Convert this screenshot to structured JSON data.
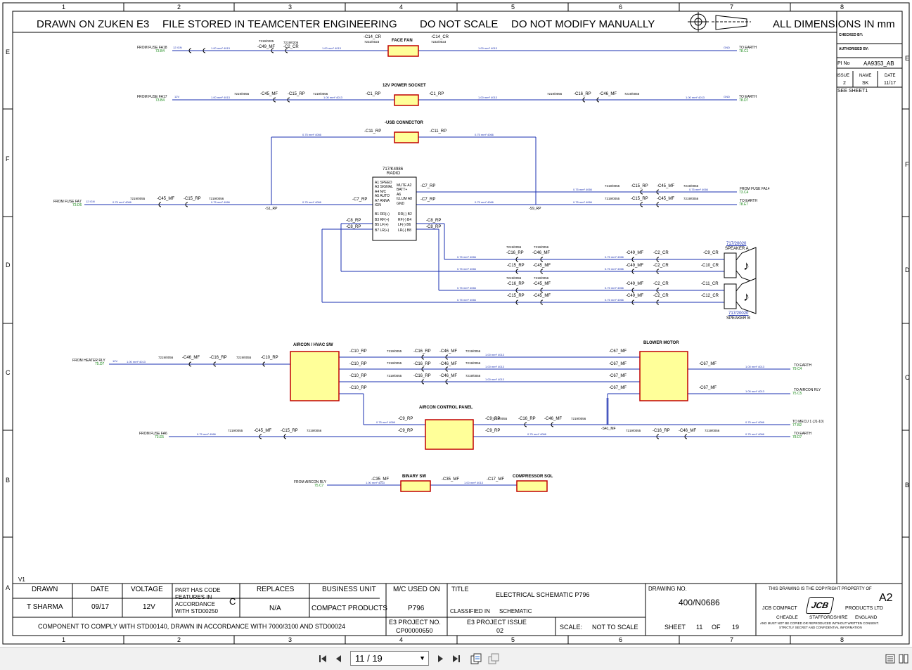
{
  "header": {
    "drawn_on": "DRAWN ON ZUKEN E3",
    "file_stored": "FILE STORED IN TEAMCENTER ENGINEERING",
    "do_not_scale": "DO NOT SCALE",
    "do_not_modify": "DO NOT MODIFY MANUALLY",
    "dimensions": "ALL DIMENSIONS IN mm"
  },
  "zone_columns": [
    "1",
    "2",
    "3",
    "4",
    "5",
    "6",
    "7",
    "8"
  ],
  "zone_rows": [
    "E",
    "F",
    "D",
    "C",
    "B",
    "A"
  ],
  "revision_panel": {
    "checked_by": "CHECKED BY:",
    "authorised_by": "AUTHORISED BY:",
    "pi_no_label": "PI No",
    "pi_no": "AA9353_AB",
    "issue_label": "ISSUE",
    "name_label": "NAME",
    "date_label": "DATE",
    "issue": "2",
    "name": "SK",
    "date": "11/17",
    "see_sheet": "SEE SHEET1"
  },
  "schematic": {
    "face_fan": {
      "title": "FACE FAN",
      "from": "FROM FUSE FA18",
      "from_ref": "73.B4",
      "volts": "12 IGN",
      "c1": "-C49_MF",
      "c1n": "7219/0205",
      "c2": "-C2_CR",
      "c2n": "7219/0206",
      "c3": "-C14_CR",
      "c3n": "7232/0023",
      "c4": "-C14_CR",
      "c4n": "7232/0023",
      "to": "TO EARTH",
      "to_ref": "78.C1",
      "gnd": "GND"
    },
    "power_socket": {
      "title": "12V POWER SOCKET",
      "from": "FROM FUSE FA17",
      "from_ref": "73.B4",
      "volts": "12V",
      "c1": "-C45_MF",
      "c2": "-C15_RP",
      "n1": "7219/0055",
      "n2": "7219/0056",
      "c3": "-C1_RP",
      "c4": "-C1_RP",
      "c5": "-C16_RP",
      "c6": "-C46_MF",
      "to": "TO EARTH",
      "to_ref": "78.D7",
      "gnd": "GND"
    },
    "usb": {
      "title": "-USB CONNECTOR",
      "c1": "-C11_RP",
      "c2": "-C11_RP"
    },
    "radio": {
      "part": "717/K4986",
      "title": "RADIO",
      "pins_left": [
        "A1 SPEED",
        "A3 SIGNAL",
        "A4 N/C",
        "A5 AUTO",
        "A7 ANNA",
        "IGN"
      ],
      "pins_right": [
        "MUTE A2",
        "BATT+",
        "A6",
        "ILLUM A8",
        "GND"
      ],
      "spk_left": [
        "B1 RR(+)",
        "B3 RF(+)",
        "B5 LF(+)",
        "B7 LR(+)"
      ],
      "spk_right": [
        "RR(-) B2",
        "RF(-) B4",
        "LF(-) B6",
        "LR(-) B8"
      ],
      "c7a": "-C7_RP",
      "c7b": "-C7_RP",
      "c7c": "-C7_RP",
      "c8a": "-C8_RP",
      "c8b": "-C8_RP",
      "c8c": "-C8_RP",
      "c8d": "-C8_RP",
      "s1": "-S1_RP",
      "s9": "-S9_RP",
      "from": "FROM FUSE FA7",
      "from_ref": "73.D6",
      "volts": "12 IGN",
      "to1": "FROM FUSE FA14",
      "to1_ref": "73.C4",
      "to2": "TO EARTH",
      "to2_ref": "78.E7"
    },
    "speakers": {
      "a_part": "717/20020",
      "a_title": "SPEAKER A",
      "b_part": "717/20020",
      "b_title": "SPEAKER B",
      "c9": "-C9_CR",
      "c10": "-C10_CR",
      "c11": "-C11_CR",
      "c12": "-C12_CR",
      "c49": "-C49_MF",
      "c2": "-C2_CR",
      "c16": "-C16_RP",
      "c45": "-C45_MF",
      "c46": "-C46_MF",
      "c15": "-C15_RP"
    },
    "aircon_sw": {
      "title": "AIRCON / HVAC SW",
      "from": "FROM HEATER RLY",
      "from_ref": "75.D7",
      "volts": "12V",
      "c46": "-C46_MF",
      "c16": "-C16_RP",
      "c10": "-C10_RP"
    },
    "blower": {
      "title": "BLOWER MOTOR",
      "c67": "-C67_MF",
      "to1": "TO EARTH",
      "to1_ref": "79.C4",
      "to2": "TO AIRCON RLY",
      "to2_ref": "75.C5",
      "to3": "TO MECU 1 (J1-10)",
      "to3_ref": "77.B2",
      "to4": "TO EARTH",
      "to4_ref": "78.D7"
    },
    "aircon_panel": {
      "title": "AIRCON CONTROL PANEL",
      "c9": "-C9_RP",
      "s41": "-S41_MF",
      "from": "FROM FUSE FA6",
      "from_ref": "73.E5"
    },
    "binary_sw": {
      "title": "BINARY SW",
      "from": "FROM AIRCON RLY",
      "from_ref": "75.C7",
      "c35": "-C35_MF",
      "c17": "-C17_MF"
    },
    "compressor": {
      "title": "COMPRESSOR SOL"
    }
  },
  "title_block": {
    "version": "V1",
    "drawn_label": "DRAWN",
    "drawn": "T SHARMA",
    "date_label": "DATE",
    "date": "09/17",
    "voltage_label": "VOLTAGE",
    "voltage": "12V",
    "code_text_1": "PART HAS CODE",
    "code_text_2": "FEATURES IN",
    "code_text_3": "ACCORDANCE",
    "code_text_4": "WITH STD00250",
    "code_letter": "C",
    "replaces_label": "REPLACES",
    "replaces": "N/A",
    "business_unit_label": "BUSINESS UNIT",
    "business_unit": "COMPACT PRODUCTS",
    "mc_used_label": "M/C USED ON",
    "mc_used": "P796",
    "title_label": "TITLE",
    "title": "ELECTRICAL SCHEMATIC P796",
    "classified_label": "CLASSIFIED IN",
    "classified": "SCHEMATIC",
    "drawing_no_label": "DRAWING NO.",
    "drawing_no": "400/N0686",
    "copyright": "THIS DRAWING IS THE COPYRIGHT PROPERTY OF",
    "size": "A2",
    "company_1": "JCB COMPACT",
    "company_2": "PRODUCTS LTD",
    "address_1": "CHEADLE",
    "address_2": "STAFFORDSHIRE",
    "address_3": "ENGLAND",
    "notice_1": "AND MUST NOT BE COPIED OR REPRODUCED WITHOUT WRITTEN CONSENT.",
    "notice_2": "STRICTLY SECRET AND CONFIDENTIAL INFORMATION",
    "logo": "JCB",
    "comply": "COMPONENT TO COMPLY WITH STD00140, DRAWN IN ACCORDANCE WITH 7000/3100 AND STD00024",
    "e3_project_label": "E3 PROJECT NO.",
    "e3_project": "CP00000650",
    "e3_issue_label": "E3 PROJECT ISSUE",
    "e3_issue": "02",
    "scale_label": "SCALE:",
    "scale": "NOT TO SCALE",
    "sheet_label": "SHEET",
    "sheet": "11",
    "of_label": "OF",
    "total": "19"
  },
  "viewer": {
    "page_value": "11 / 19",
    "icons": [
      "first-page-icon",
      "previous-page-icon",
      "next-page-icon",
      "last-page-icon",
      "copy-page-icon",
      "copy-page-alt-icon",
      "single-page-view-icon",
      "two-page-view-icon"
    ]
  },
  "colors": {
    "wire": "#1a2fb0",
    "component_fill": "#ffff99",
    "component_border": "#c00000",
    "ref_green": "#1a8a1a"
  }
}
